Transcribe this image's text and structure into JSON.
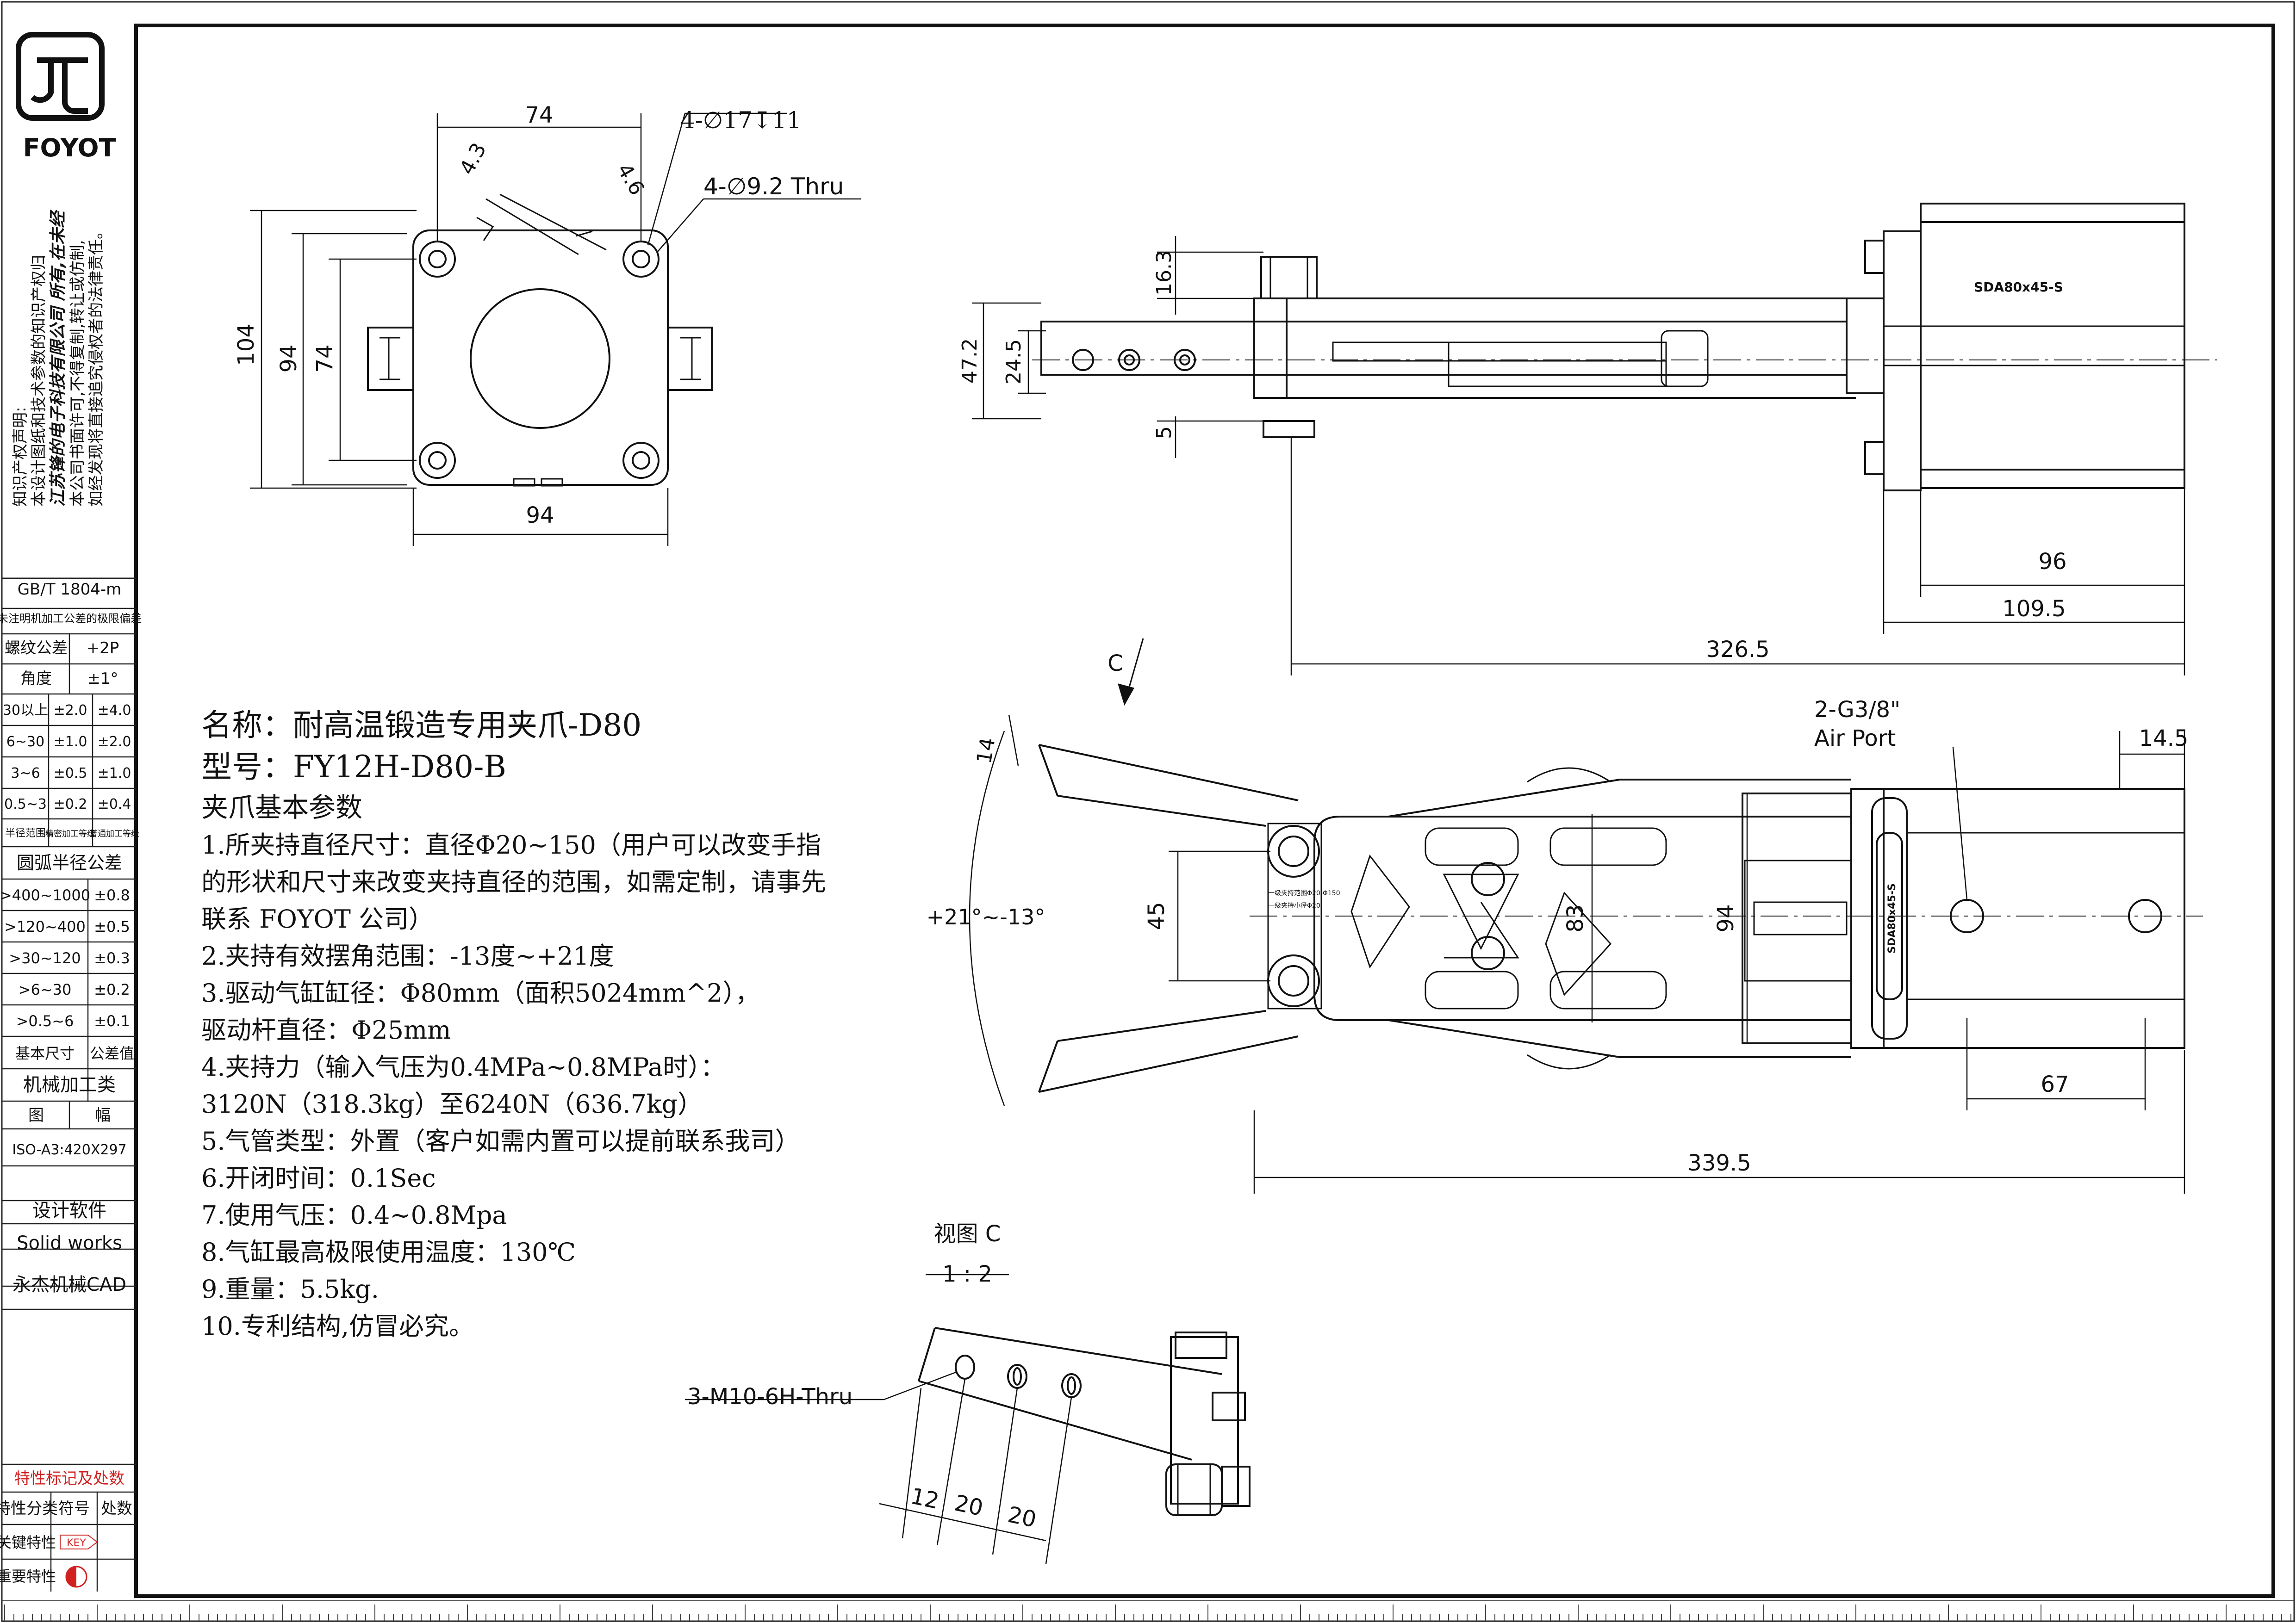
{
  "logo": {
    "brand": "FOYOT"
  },
  "copyright_notice": [
    "知识产权声明:",
    "本设计图纸和技术参数的知识产权归",
    "江苏锋的电子科技有限公司 所有,在未经",
    "本公司书面许可,不得复制,转让或仿制,",
    "如经发现将直接追究侵权者的法律责任。"
  ],
  "tolerance_table": {
    "standard": "GB/T 1804-m",
    "note": "未注明机加工公差的极限偏差",
    "thread": {
      "label": "螺纹公差",
      "value": "+2P"
    },
    "angle": {
      "label": "角度",
      "value": "±1°"
    },
    "linear_rows": [
      {
        "range": "30以上",
        "a": "±2.0",
        "b": "±4.0"
      },
      {
        "range": "6~30",
        "a": "±1.0",
        "b": "±2.0"
      },
      {
        "range": "3~6",
        "a": "±0.5",
        "b": "±1.0"
      },
      {
        "range": "0.5~3",
        "a": "±0.2",
        "b": "±0.4"
      }
    ],
    "linear_headers": [
      "半径范围",
      "精密加工等级",
      "普通加工等级"
    ],
    "arc_title": "圆弧半径公差",
    "arc_rows": [
      {
        "range": ">400~1000",
        "value": "±0.8"
      },
      {
        "range": ">120~400",
        "value": "±0.5"
      },
      {
        "range": ">30~120",
        "value": "±0.3"
      },
      {
        "range": ">6~30",
        "value": "±0.2"
      },
      {
        "range": ">0.5~6",
        "value": "±0.1"
      }
    ],
    "basic_size": "基本尺寸",
    "tol_value": "公差值",
    "machining": "机械加工类",
    "paper_label": "图",
    "paper_label2": "幅",
    "paper_size": "ISO-A3:420X297",
    "software_title": "设计软件",
    "software": "Solid works",
    "cad": "永杰机械CAD",
    "feature_title": "特性标记及处数",
    "feature_headers": [
      "特性分类",
      "符号",
      "处数"
    ],
    "key_feature": "关键特性",
    "key_symbol": "KEY",
    "important_feature": "重要特性"
  },
  "spec": {
    "name": "名称：耐高温锻造专用夹爪-D80",
    "model": "型号：FY12H-D80-B",
    "heading": "夹爪基本参数",
    "lines": [
      "1.所夹持直径尺寸：直径Φ20~150（用户可以改变手指",
      "的形状和尺寸来改变夹持直径的范围，如需定制，请事先",
      "联系 FOYOT 公司）",
      "2.夹持有效摆角范围：-13度~+21度",
      "3.驱动气缸缸径：Φ80mm（面积5024mm^2），",
      "驱动杆直径：Φ25mm",
      "4.夹持力（输入气压为0.4MPa~0.8MPa时）：",
      "3120N（318.3kg）至6240N（636.7kg）",
      "5.气管类型：外置（客户如需内置可以提前联系我司）",
      "6.开闭时间：0.1Sec",
      "7.使用气压：0.4~0.8Mpa",
      "8.气缸最高极限使用温度：130℃",
      "9.重量：5.5kg.",
      "10.专利结构,仿冒必究。"
    ]
  },
  "front_view": {
    "dim_top": "74",
    "dim_43": "4.3",
    "dim_46": "4.6",
    "hole_callout_1": "4-∅17↧11",
    "hole_callout_2": "4-∅9.2 Thru",
    "dim_104": "104",
    "dim_94v": "94",
    "dim_74v": "74",
    "dim_94h": "94"
  },
  "side_view": {
    "cylinder_label": "SDA80x45-S",
    "dim_163": "16.3",
    "dim_472": "47.2",
    "dim_245": "24.5",
    "dim_5": "5",
    "dim_96": "96",
    "dim_1095": "109.5",
    "dim_3265": "326.5"
  },
  "top_view": {
    "view_marker": "C",
    "dim_14": "14",
    "angle": "+21°~-13°",
    "dim_45": "45",
    "dim_83": "83",
    "dim_94": "94",
    "air_port_1": "2-G3/8\"",
    "air_port_2": "Air Port",
    "dim_145": "14.5",
    "dim_67": "67",
    "dim_3395": "339.5",
    "plate_text_1": "一级夹持范围Φ20-Φ150",
    "plate_text_2": "一级夹持小径Φ20",
    "cylinder_plate": "SDA80x45-S"
  },
  "detail_view": {
    "title": "视图 C",
    "scale": "1 : 2",
    "thread_callout": "3-M10-6H-Thru",
    "dim_12": "12",
    "dim_20a": "20",
    "dim_20b": "20"
  }
}
